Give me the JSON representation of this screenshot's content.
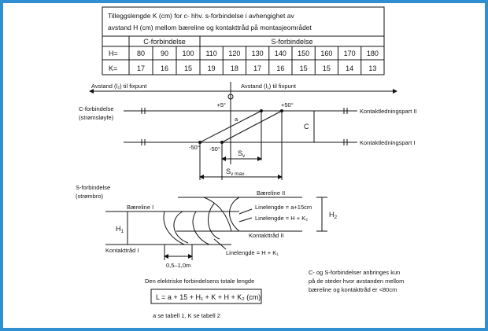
{
  "table": {
    "title_line1": "Tilleggslengde K (cm) for c- hhv. s-forbindelse i avhengighet av",
    "title_line2": "avstand H (cm) mellom bæreline og kontakttråd på montasjeområdet",
    "group_c": "C-forbindelse",
    "group_s": "S-forbindelse",
    "row_h_label": "H=",
    "row_k_label": "K=",
    "h_values": [
      "80",
      "90",
      "100",
      "110",
      "120",
      "130",
      "140",
      "150",
      "160",
      "170",
      "180"
    ],
    "k_values": [
      "17",
      "16",
      "15",
      "19",
      "18",
      "17",
      "16",
      "15",
      "15",
      "14",
      "13"
    ]
  },
  "diagram_top": {
    "avstand_left": "Avstand (l₂) til fixpunt",
    "avstand_right": "Avstand (l₁) til fixpunt",
    "c_forbindelse": "C-forbindelse",
    "c_sub": "(strømsløyfe)",
    "temp_plus5": "+5°",
    "temp_plus50": "+50°",
    "temp_minus50_a": "-50°",
    "temp_minus50_b": "-50°",
    "label_a": "a",
    "label_c": "C",
    "kontakt_2": "Kontaktledningspart II",
    "kontakt_1": "Kontaktledningspart I",
    "sv": "S",
    "sv_sub": "v",
    "svmax": "S",
    "svmax_sub": "v max"
  },
  "diagram_s": {
    "s_forbindelse": "S-forbindelse",
    "s_sub": "(strømbro)",
    "bareline_2": "Bæreline II",
    "bareline_1": "Bæreline I",
    "linelengde_1": "Linelengde = a+15cm",
    "linelengde_2": "Linelengde = H + K₂",
    "linelengde_3": "Linelengde = H + K₁",
    "kontakt_2": "Kontakttråd II",
    "kontakt_1": "Kontakttråd I",
    "h1": "H",
    "h1_sub": "1",
    "h2": "H",
    "h2_sub": "2",
    "span": "0,5–1,0m"
  },
  "notes": {
    "total_title": "Den elektriske forbindelsens totale lengde",
    "formula": "L = a + 15 + H₁ + K + H + K₂  (cm)",
    "footnote": "a se tabell 1, K se tabell 2",
    "note_line1": "C- og S-forbindelser anbringes kun",
    "note_line2": "på de steder hvor avstanden mellom",
    "note_line3": "bæreline og kontakttråd er  <80cm"
  }
}
